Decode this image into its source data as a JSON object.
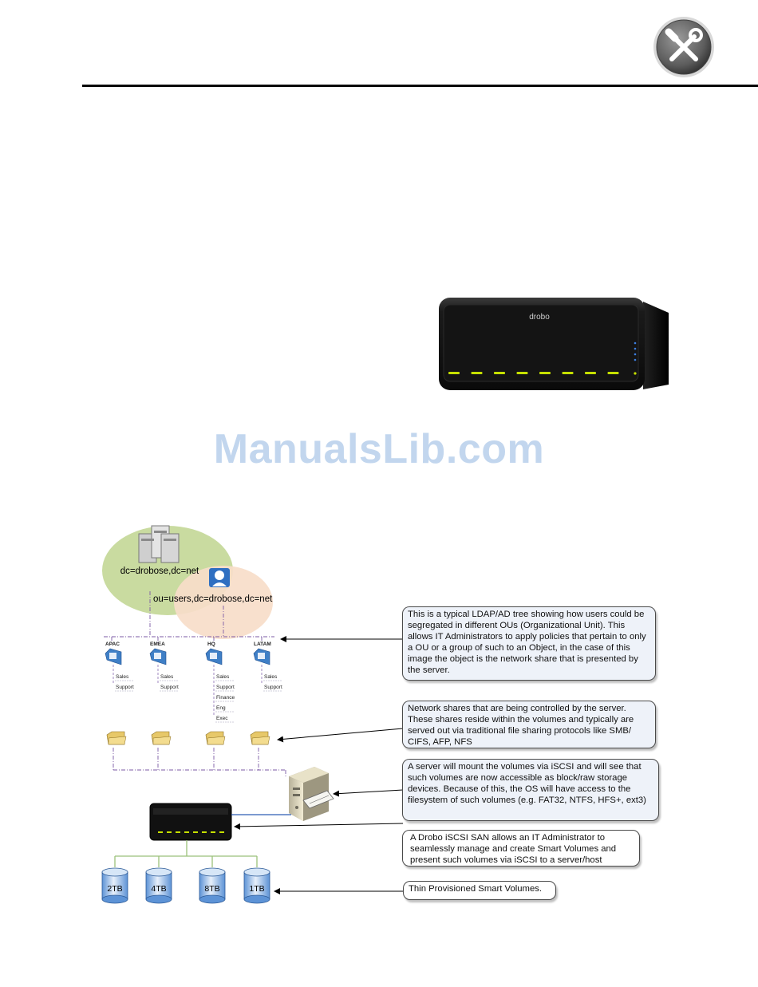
{
  "watermark": "ManualsLib.com",
  "header": {
    "icon": "tools-icon"
  },
  "photo": {
    "brand": "drobo"
  },
  "diagram": {
    "root_label": "dc=drobose,dc=net",
    "users_label": "ou=users,dc=drobose,dc=net",
    "ous": [
      {
        "name": "APAC",
        "children": [
          "Sales",
          "Support"
        ]
      },
      {
        "name": "EMEA",
        "children": [
          "Sales",
          "Support"
        ]
      },
      {
        "name": "HQ",
        "children": [
          "Sales",
          "Support",
          "Finance",
          "Eng",
          "Exec"
        ]
      },
      {
        "name": "LATAM",
        "children": [
          "Sales",
          "Support"
        ]
      }
    ],
    "volumes": [
      "2TB",
      "4TB",
      "8TB",
      "1TB"
    ],
    "callouts": {
      "ldap": "This is a typical LDAP/AD tree showing how users could be segregated in different OUs (Organizational Unit). This allows IT Administrators to apply policies that pertain to only a OU or a group of such to an Object, in the case of this image the object is the network share that is presented by the server.",
      "shares": "Network shares that are being controlled by the server. These shares reside within the volumes and typically are served out via traditional file sharing protocols like SMB/ CIFS, AFP, NFS",
      "server": "A server will mount the volumes via iSCSI and will see that such volumes are now accessible as block/raw storage devices. Because of this, the OS will have access to the filesystem of such volumes (e.g. FAT32, NTFS, HFS+, ext3)",
      "san": "A Drobo iSCSI SAN allows an IT Administrator to seamlessly manage and create Smart Volumes and present such volumes via iSCSI to a server/host",
      "volumes": "Thin Provisioned Smart Volumes."
    }
  },
  "colors": {
    "green_ellipse": "#c9dba0",
    "peach_ellipse": "#f7ddc9",
    "callout_fill": "#eef2f9",
    "folder_blue": "#3f7fc6",
    "share_folder": "#e7c869",
    "led_green": "#c6e000",
    "san_line": "#2e5db5",
    "volume_tree_line": "#9bc17a"
  }
}
